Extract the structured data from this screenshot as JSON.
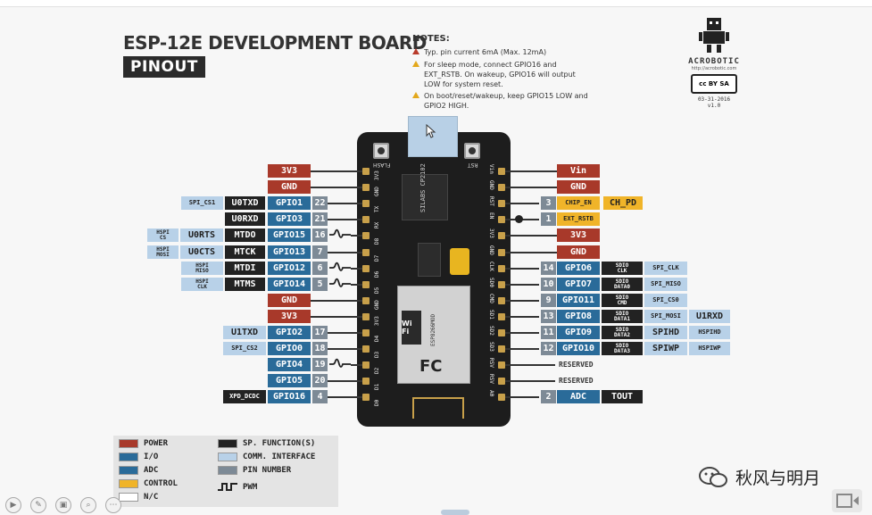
{
  "header": {
    "title": "ESP-12E DEVELOPMENT BOARD",
    "subtitle": "PINOUT"
  },
  "notes": {
    "title": "NOTES:",
    "items": [
      "Typ. pin current 6mA (Max. 12mA)",
      "For sleep mode, connect GPIO16 and EXT_RSTB. On wakeup, GPIO16 will output LOW for system reset.",
      "On boot/reset/wakeup, keep GPIO15 LOW and GPIO2 HIGH."
    ]
  },
  "logo": {
    "name": "ACROBOTIC",
    "url": "http://acrobotic.com",
    "license": "cc BY SA",
    "date": "03-31-2016",
    "version": "v1.0"
  },
  "board": {
    "flash": "FLASH",
    "rst": "RST",
    "usb_chip": "SILABS CP2102",
    "module_badge": "Wi Fi",
    "fcc": "FC",
    "module_text": "ESP8266MOD",
    "left_pins": [
      "A0",
      "RSV",
      "RSV",
      "SD3",
      "SD2",
      "SD1",
      "CMD",
      "SD0",
      "CLK",
      "GND",
      "3V3",
      "EN",
      "RST",
      "GND",
      "Vin"
    ],
    "right_pins": [
      "D0",
      "D1",
      "D2",
      "D3",
      "D4",
      "3V3",
      "GND",
      "D5",
      "D6",
      "D7",
      "D8",
      "RX",
      "TX",
      "GND",
      "3V3"
    ]
  },
  "left_rows": [
    {
      "main": "3V3",
      "kind": "power"
    },
    {
      "main": "GND",
      "kind": "power"
    },
    {
      "main": "GPIO1",
      "kind": "io",
      "num": "22",
      "sp": "U0TXD",
      "comm": "SPI_CS1"
    },
    {
      "main": "GPIO3",
      "kind": "io",
      "num": "21",
      "sp": "U0RXD"
    },
    {
      "main": "GPIO15",
      "kind": "io",
      "num": "16",
      "sp": "MTDO",
      "comm2": "U0RTS",
      "hspi": [
        "HSPI",
        "CS"
      ],
      "pwm": true
    },
    {
      "main": "GPIO13",
      "kind": "io",
      "num": "7",
      "sp": "MTCK",
      "comm2": "U0CTS",
      "hspi": [
        "HSPI",
        "MOSI"
      ]
    },
    {
      "main": "GPIO12",
      "kind": "io",
      "num": "6",
      "sp": "MTDI",
      "hspi": [
        "HSPI",
        "MISO"
      ],
      "pwm": true
    },
    {
      "main": "GPIO14",
      "kind": "io",
      "num": "5",
      "sp": "MTMS",
      "hspi": [
        "HSPI",
        "CLK"
      ],
      "pwm": true
    },
    {
      "main": "GND",
      "kind": "power"
    },
    {
      "main": "3V3",
      "kind": "power"
    },
    {
      "main": "GPIO2",
      "kind": "io",
      "num": "17",
      "comm2": "U1TXD"
    },
    {
      "main": "GPIO0",
      "kind": "io",
      "num": "18",
      "comm": "SPI_CS2"
    },
    {
      "main": "GPIO4",
      "kind": "io",
      "num": "19",
      "pwm": true
    },
    {
      "main": "GPIO5",
      "kind": "io",
      "num": "20"
    },
    {
      "main": "GPIO16",
      "kind": "io",
      "num": "4",
      "sp": "XPD_DCDC"
    }
  ],
  "right_rows": [
    {
      "main": "Vin",
      "kind": "power"
    },
    {
      "main": "GND",
      "kind": "power"
    },
    {
      "main": "CHIP_EN",
      "kind": "ctrl",
      "num": "3",
      "extra": "CH_PD"
    },
    {
      "main": "EXT_RSTB",
      "kind": "ctrl",
      "num": "1"
    },
    {
      "main": "3V3",
      "kind": "power"
    },
    {
      "main": "GND",
      "kind": "power"
    },
    {
      "main": "GPIO6",
      "kind": "io",
      "num": "14",
      "sdio": [
        "SDIO",
        "CLK"
      ],
      "comm": "SPI_CLK"
    },
    {
      "main": "GPIO7",
      "kind": "io",
      "num": "10",
      "sdio": [
        "SDIO",
        "DATA0"
      ],
      "comm": "SPI_MISO"
    },
    {
      "main": "GPIO11",
      "kind": "io",
      "num": "9",
      "sdio": [
        "SDIO",
        "CMD"
      ],
      "comm": "SPI_CS0"
    },
    {
      "main": "GPIO8",
      "kind": "io",
      "num": "13",
      "sdio": [
        "SDIO",
        "DATA1"
      ],
      "comm": "SPI_MOSI",
      "comm2": "U1RXD"
    },
    {
      "main": "GPIO9",
      "kind": "io",
      "num": "11",
      "sdio": [
        "SDIO",
        "DATA2"
      ],
      "comm": "SPIHD",
      "comm2": "HSPIHD"
    },
    {
      "main": "GPIO10",
      "kind": "io",
      "num": "12",
      "sdio": [
        "SDIO",
        "DATA3"
      ],
      "comm": "SPIWP",
      "comm2": "HSPIWP"
    },
    {
      "main": "RESERVED",
      "kind": "res"
    },
    {
      "main": "RESERVED",
      "kind": "res"
    },
    {
      "main": "ADC",
      "kind": "adc",
      "num": "2",
      "extra": "TOUT"
    }
  ],
  "legend": {
    "items": [
      {
        "label": "POWER",
        "color": "#a8392a"
      },
      {
        "label": "I/O",
        "color": "#2a6b99"
      },
      {
        "label": "ADC",
        "color": "#2a6b99"
      },
      {
        "label": "CONTROL",
        "color": "#f0b429"
      },
      {
        "label": "N/C",
        "color": "#ffffff"
      },
      {
        "label": "SP. FUNCTION(S)",
        "color": "#222222"
      },
      {
        "label": "COMM. INTERFACE",
        "color": "#b8d1e8"
      },
      {
        "label": "PIN NUMBER",
        "color": "#7d8a96"
      },
      {
        "label": "PWM",
        "color": "none"
      }
    ]
  },
  "watermark": {
    "text": "秋风与明月"
  },
  "colors": {
    "power": "#a8392a",
    "io": "#2a6b99",
    "control": "#f0b429",
    "special": "#222222",
    "comm": "#b8d1e8",
    "pin_number": "#7d8a96"
  }
}
